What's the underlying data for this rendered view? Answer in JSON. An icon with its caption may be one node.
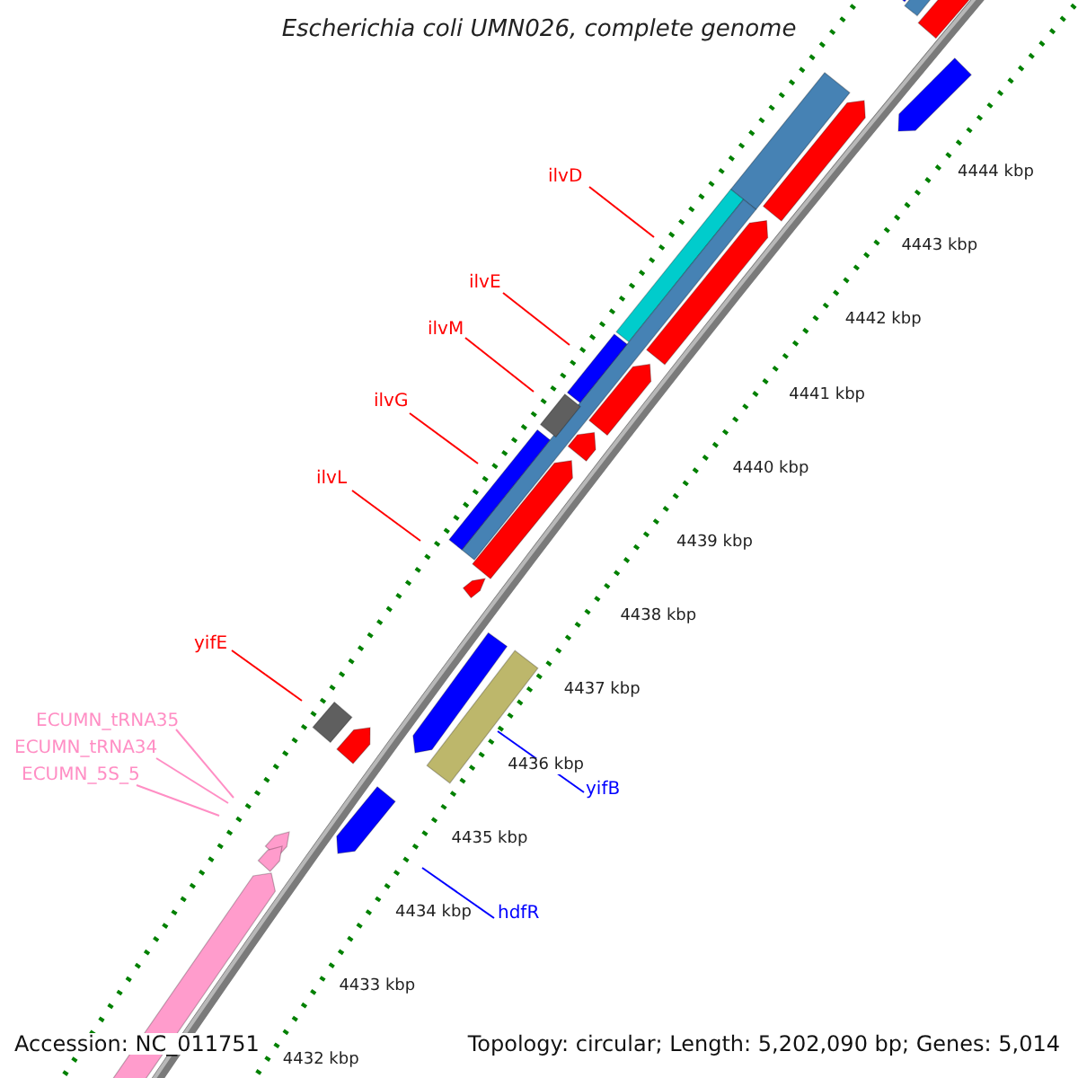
{
  "diagram": {
    "title": "Escherichia coli UMN026, complete genome",
    "nodes": [
      {
        "text": [
          "ilvD"
        ]
      },
      {
        "text": [
          "ilvE"
        ]
      },
      {
        "text": [
          "ilvM"
        ]
      },
      {
        "text": [
          "ilvG"
        ]
      },
      {
        "text": [
          "ilvL"
        ]
      },
      {
        "text": [
          "yifE"
        ]
      },
      {
        "text": [
          "ECUMN_tRNA35"
        ]
      },
      {
        "text": [
          "ECUMN_tRNA34"
        ]
      },
      {
        "text": [
          "ECUMN_5S_5"
        ]
      },
      {
        "text": [
          "yifB"
        ]
      },
      {
        "text": [
          "hdfR"
        ]
      }
    ],
    "edges": [
      {
        "from": 0,
        "to": null,
        "arrow": "none"
      },
      {
        "from": 1,
        "to": null,
        "arrow": "none"
      },
      {
        "from": 2,
        "to": null,
        "arrow": "none"
      },
      {
        "from": 3,
        "to": null,
        "arrow": "none"
      },
      {
        "from": 4,
        "to": null,
        "arrow": "none"
      },
      {
        "from": 5,
        "to": null,
        "arrow": "none"
      },
      {
        "from": 6,
        "to": null,
        "arrow": "none",
        "color": "#ff8ec4"
      },
      {
        "from": 7,
        "to": null,
        "arrow": "none",
        "color": "#ff8ec4"
      },
      {
        "from": 8,
        "to": null,
        "arrow": "none",
        "color": "#ff8ec4"
      },
      {
        "from": 9,
        "to": null,
        "arrow": "none",
        "color": "#0000ff"
      },
      {
        "from": 10,
        "to": null,
        "arrow": "none",
        "color": "#0000ff"
      }
    ],
    "labels": [
      "4444 kbp",
      "4443 kbp",
      "4442 kbp",
      "4441 kbp",
      "4440 kbp",
      "4439 kbp",
      "4438 kbp",
      "4437 kbp",
      "4436 kbp",
      "4435 kbp",
      "4434 kbp",
      "4433 kbp",
      "4432 kbp",
      "Accession: NC_011751",
      "Topology: circular; Length: 5,202,090 bp; Genes: 5,014"
    ]
  }
}
